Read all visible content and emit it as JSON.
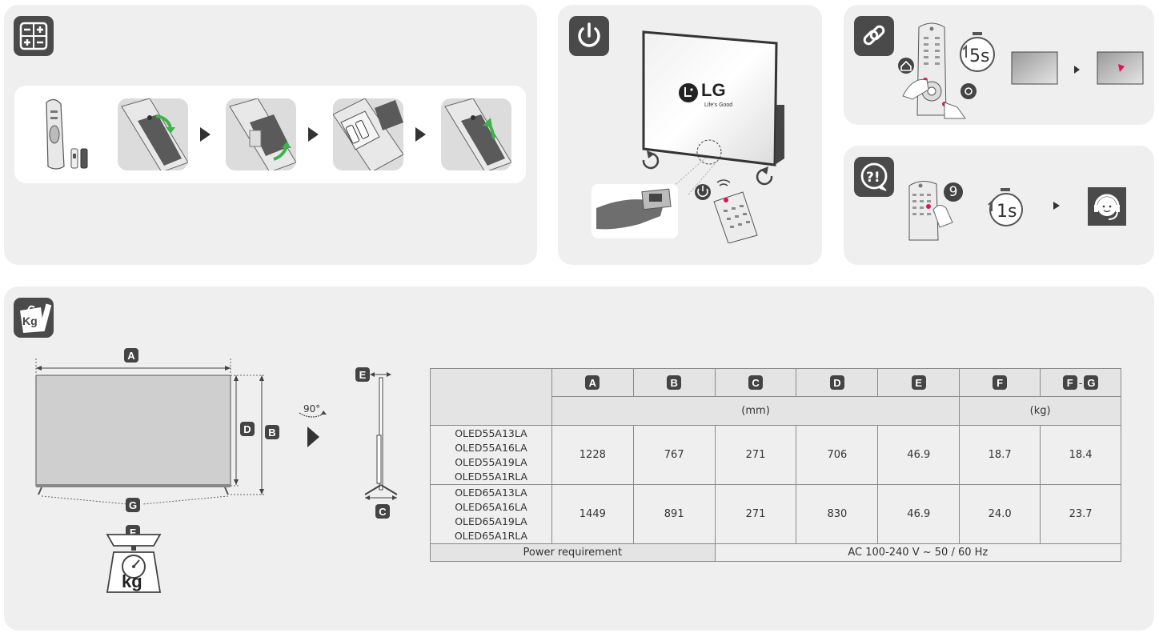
{
  "icons": {
    "battery": "battery-icon",
    "power": "power-icon",
    "link": "link-icon",
    "help": "help-icon",
    "weight": "weight-ruler-icon"
  },
  "power_panel": {
    "logo_text": "LG",
    "logo_tagline": "Life's Good"
  },
  "pair_panel": {
    "timer": "5s"
  },
  "help_panel": {
    "button_number": "9",
    "timer": "1s"
  },
  "dimensions": {
    "labels": {
      "A": "A",
      "B": "B",
      "C": "C",
      "D": "D",
      "E": "E",
      "F": "F",
      "G": "G"
    },
    "rotation": "90°",
    "scale_unit": "kg"
  },
  "spec_table": {
    "headers": [
      "A",
      "B",
      "C",
      "D",
      "E",
      "F",
      "F",
      "G"
    ],
    "unit_mm": "(mm)",
    "unit_kg": "(kg)",
    "group_sep": "-",
    "rows": [
      {
        "models": [
          "OLED55A13LA",
          "OLED55A16LA",
          "OLED55A19LA",
          "OLED55A1RLA"
        ],
        "values": [
          "1228",
          "767",
          "271",
          "706",
          "46.9",
          "18.7",
          "18.4"
        ]
      },
      {
        "models": [
          "OLED65A13LA",
          "OLED65A16LA",
          "OLED65A19LA",
          "OLED65A1RLA"
        ],
        "values": [
          "1449",
          "891",
          "271",
          "830",
          "46.9",
          "24.0",
          "23.7"
        ]
      }
    ],
    "power_label": "Power requirement",
    "power_value": "AC 100-240 V ~ 50 / 60 Hz"
  },
  "colors": {
    "panel": "#efefef",
    "icon_bg": "#4a4a4a",
    "accent_green": "#3cb44a",
    "accent_red": "#e0115f"
  }
}
